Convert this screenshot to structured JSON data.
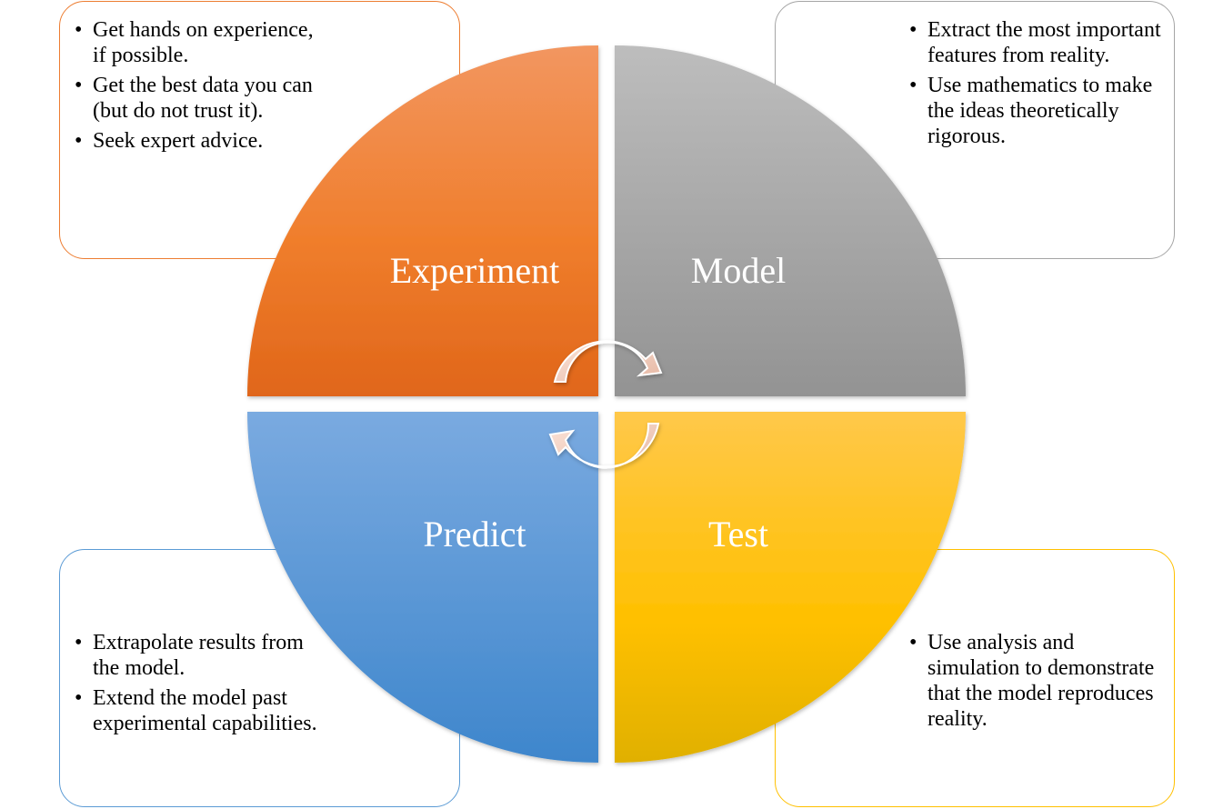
{
  "experiment": {
    "label": "Experiment",
    "color": "#ED7D31",
    "bullets": [
      "Get hands on experience, if possible.",
      "Get the best data you can (but do not trust it).",
      "Seek expert advice."
    ]
  },
  "model": {
    "label": "Model",
    "color": "#A5A5A5",
    "bullets": [
      "Extract the most important features from reality.",
      "Use mathematics to make the ideas theoretically rigorous."
    ]
  },
  "predict": {
    "label": "Predict",
    "color": "#5B9BD5",
    "bullets": [
      "Extrapolate results from the model.",
      "Extend the model past experimental capabilities."
    ]
  },
  "test": {
    "label": "Test",
    "color": "#FFC000",
    "bullets": [
      "Use analysis and simulation to demonstrate that the model reproduces reality."
    ]
  },
  "cycle_arrow_icon": "circular-arrows-icon"
}
